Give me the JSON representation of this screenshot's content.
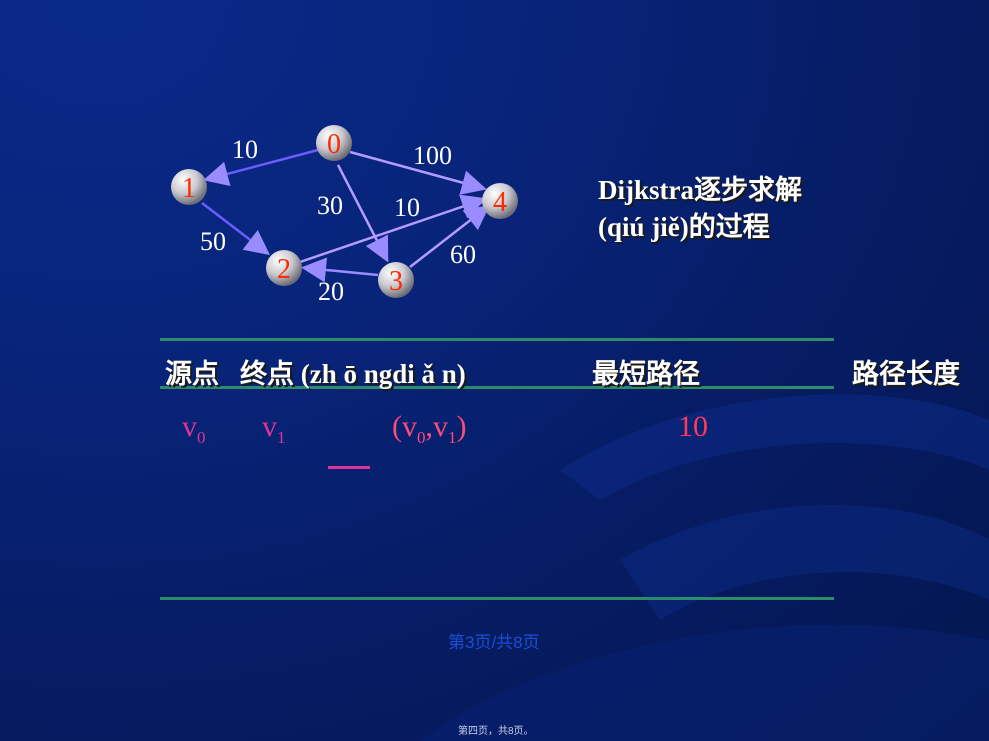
{
  "graph": {
    "nodes": [
      "0",
      "1",
      "2",
      "3",
      "4"
    ],
    "edges": [
      {
        "from": "0",
        "to": "1",
        "label": "10"
      },
      {
        "from": "0",
        "to": "4",
        "label": "100"
      },
      {
        "from": "0",
        "to": "3",
        "label": "30"
      },
      {
        "from": "1",
        "to": "2",
        "label": "50"
      },
      {
        "from": "2",
        "to": "4",
        "label": "10"
      },
      {
        "from": "3",
        "to": "2",
        "label": "20"
      },
      {
        "from": "3",
        "to": "4",
        "label": "60"
      }
    ]
  },
  "caption": "Dijkstra逐步求解(qiú jiě)的过程",
  "table": {
    "headers": {
      "source": "源点",
      "target": "终点 (zh ō ngdi ǎ n)",
      "shortest_path": "最短路径",
      "path_length": "路径长度"
    },
    "row": {
      "source_base": "v",
      "source_sub": "0",
      "target_base": "v",
      "target_sub": "1",
      "path_open": "(v",
      "path_sub0": "0",
      "path_mid": ",v",
      "path_sub1": "1",
      "path_close": ")",
      "length": "10"
    }
  },
  "footer": {
    "page": "第3页/共8页",
    "tiny": "第四页，共8页。"
  }
}
